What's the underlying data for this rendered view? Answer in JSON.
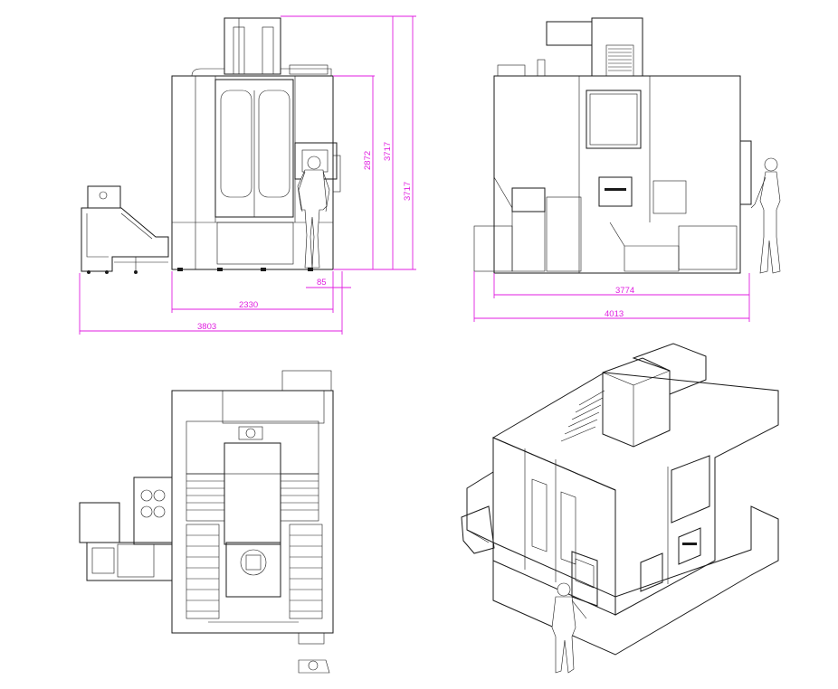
{
  "colors": {
    "line": "#1a1a1a",
    "dimension": "#e01ee0",
    "background": "#ffffff"
  },
  "front_view": {
    "dims": {
      "total_height": "3717",
      "door_height": "2872",
      "width": "2330",
      "overall_width": "3803",
      "offset": "85"
    }
  },
  "side_view": {
    "dims": {
      "depth": "3774",
      "overall_depth": "4013"
    }
  },
  "top_view": {},
  "iso_view": {}
}
